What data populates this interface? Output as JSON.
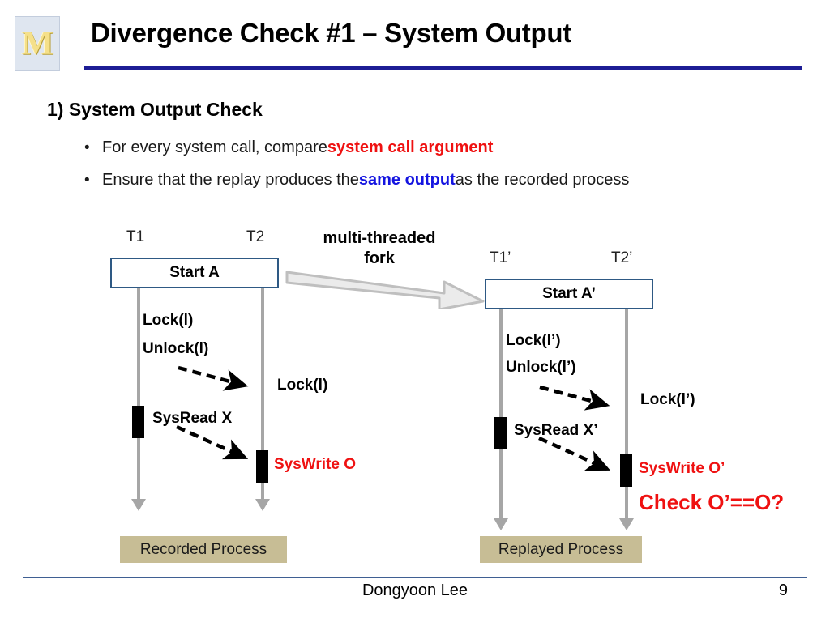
{
  "slide": {
    "title": "Divergence Check #1 – System Output",
    "logo_glyph": "M",
    "accent_rule_color": "#1d1d95",
    "footer": {
      "author": "Dongyoon Lee",
      "page_number": "9",
      "rule_color": "#3f5f92"
    }
  },
  "content": {
    "heading": "1) System Output Check",
    "bullets": [
      {
        "marker": "•",
        "pre": "For every system call, compare ",
        "highlight": "system call argument",
        "highlight_color": "#ef1111",
        "post": ""
      },
      {
        "marker": "•",
        "pre": "Ensure that the replay produces the ",
        "highlight": "same output",
        "highlight_color": "#1414e0",
        "post": " as the recorded process"
      }
    ]
  },
  "fork": {
    "label_line1": "multi-threaded",
    "label_line2": "fork",
    "arrow_color": "#bfbfbf"
  },
  "recorded": {
    "thread1_label": "T1",
    "thread2_label": "T2",
    "start_box_label": "Start A",
    "ops": {
      "lock": "Lock(l)",
      "unlock": "Unlock(l)",
      "lock_t2": "Lock(l)",
      "sysread": "SysRead X",
      "syswrite": "SysWrite O"
    },
    "process_tag": "Recorded Process",
    "tag_color": "#c7bd95",
    "box_border_color": "#2e5984"
  },
  "replayed": {
    "thread1_label": "T1’",
    "thread2_label": "T2’",
    "start_box_label": "Start A’",
    "ops": {
      "lock": "Lock(l’)",
      "unlock": "Unlock(l’)",
      "lock_t2": "Lock(l’)",
      "sysread": "SysRead X’",
      "syswrite": "SysWrite O’",
      "check": "Check O’==O?"
    },
    "process_tag": "Replayed Process",
    "tag_color": "#c7bd95",
    "box_border_color": "#2e5984"
  }
}
